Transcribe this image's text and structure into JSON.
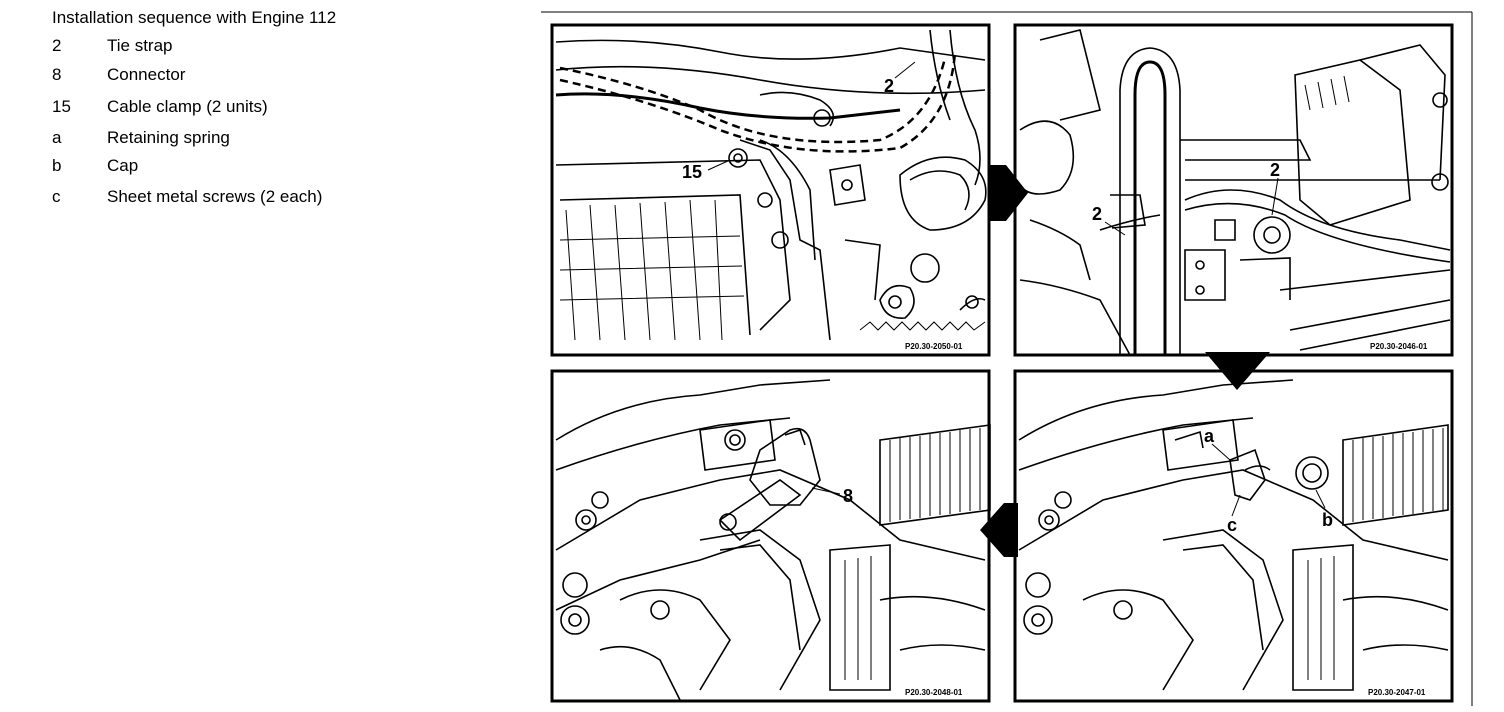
{
  "legend": {
    "title": "Installation sequence with Engine 112",
    "items": [
      {
        "key": "2",
        "label": "Tie strap"
      },
      {
        "key": "8",
        "label": "Connector"
      },
      {
        "key": "15",
        "label": "Cable clamp (2 units)"
      },
      {
        "key": "a",
        "label": "Retaining spring"
      },
      {
        "key": "b",
        "label": "Cap"
      },
      {
        "key": "c",
        "label": "Sheet metal screws (2 each)"
      }
    ]
  },
  "panels": {
    "top_left": {
      "callouts": [
        "2",
        "15"
      ],
      "code": "P20.30-2050-01"
    },
    "top_right": {
      "callouts": [
        "2",
        "2"
      ],
      "code": "P20.30-2046-01"
    },
    "bottom_right": {
      "callouts": [
        "a",
        "c",
        "b"
      ],
      "code": "P20.30-2047-01"
    },
    "bottom_left": {
      "callouts": [
        "8"
      ],
      "code": "P20.30-2048-01"
    }
  }
}
